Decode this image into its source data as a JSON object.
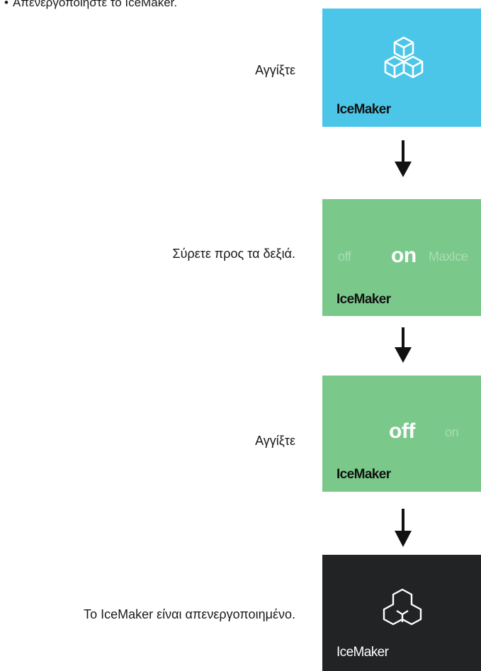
{
  "heading": {
    "bullet": "•",
    "text": "Απενεργοποιήστε το IceMaker."
  },
  "steps": [
    {
      "instruction": "Αγγίξτε"
    },
    {
      "instruction": "Σύρετε προς τα δεξιά."
    },
    {
      "instruction": "Αγγίξτε"
    },
    {
      "instruction": "Το IceMaker είναι απενεργοποιημένο."
    }
  ],
  "panels": {
    "blue": {
      "label": "IceMaker",
      "icon": "ice-cubes-icon",
      "color": "#4cc6e8"
    },
    "green1": {
      "label": "IceMaker",
      "options": [
        "off",
        "on",
        "MaxIce"
      ],
      "selected": "on",
      "color": "#7ac98a"
    },
    "green2": {
      "label": "IceMaker",
      "options": [
        "off",
        "on"
      ],
      "selected": "off",
      "color": "#7ac98a"
    },
    "dark": {
      "label": "IceMaker",
      "icon": "ice-cubes-outline-icon",
      "color": "#222324"
    }
  }
}
